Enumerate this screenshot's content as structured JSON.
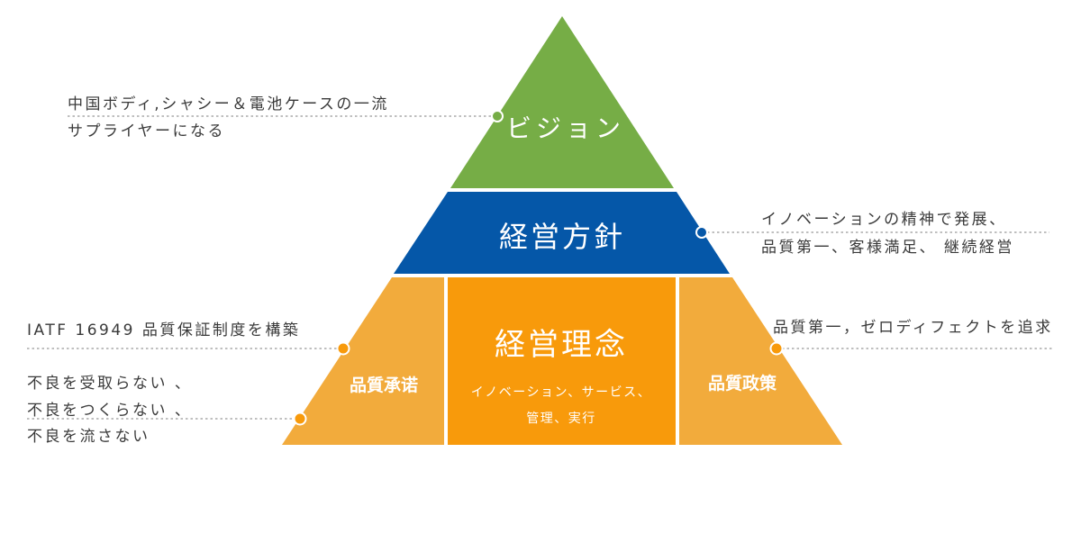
{
  "colors": {
    "vision": "#76ad46",
    "policy": "#0557a8",
    "side": "#f2ab3c",
    "center": "#f89a0b",
    "text": "#3a3a3a"
  },
  "pyramid": {
    "vision": {
      "title": "ビジョン",
      "note": [
        "中国ボディ,シャシー＆電池ケースの一流",
        "サプライヤーになる"
      ]
    },
    "policy": {
      "title": "経営方針",
      "note": [
        "イノベーションの精神で発展、",
        "品質第一、客様満足、 継続経営"
      ]
    },
    "philosophy": {
      "title": "経営理念",
      "sub": [
        "イノベーション、サービス、",
        "管理、実行"
      ]
    },
    "quality_commitment": {
      "title": "品質承诺",
      "notes": [
        "IATF 16949  品質保証制度を構築",
        "不良を受取らない 、",
        "不良をつくらない 、",
        "不良を流さない"
      ]
    },
    "quality_policy": {
      "title": "品質政策",
      "note": "品質第一，ゼロディフェクトを追求"
    }
  }
}
